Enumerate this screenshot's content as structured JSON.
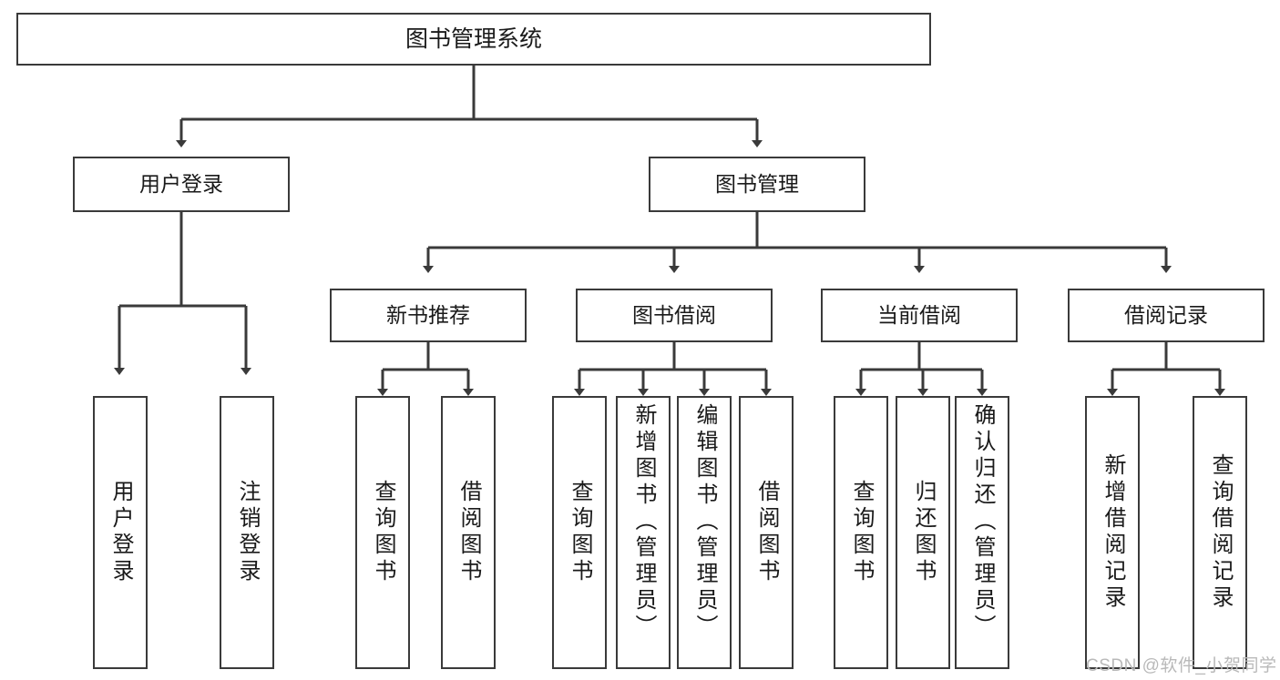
{
  "diagram": {
    "title": "图书管理系统",
    "type": "hierarchy-tree",
    "line_color": "#3a3a3a",
    "box_fill": "#ffffff",
    "text_color": "#1a1a1a",
    "root": {
      "label": "图书管理系统"
    },
    "level2": [
      {
        "label": "用户登录"
      },
      {
        "label": "图书管理"
      }
    ],
    "level3": [
      {
        "label": "新书推荐"
      },
      {
        "label": "图书借阅"
      },
      {
        "label": "当前借阅"
      },
      {
        "label": "借阅记录"
      }
    ],
    "leaves": {
      "user_login": [
        {
          "label": "用户登录"
        },
        {
          "label": "注销登录"
        }
      ],
      "new_book_recommend": [
        {
          "label": "查询图书"
        },
        {
          "label": "借阅图书"
        }
      ],
      "book_borrow": [
        {
          "label": "查询图书"
        },
        {
          "label": "新增图书（管理员）"
        },
        {
          "label": "编辑图书（管理员）"
        },
        {
          "label": "借阅图书"
        }
      ],
      "current_borrow": [
        {
          "label": "查询图书"
        },
        {
          "label": "归还图书"
        },
        {
          "label": "确认归还（管理员）"
        }
      ],
      "borrow_record": [
        {
          "label": "新增借阅记录"
        },
        {
          "label": "查询借阅记录"
        }
      ]
    }
  },
  "watermark": {
    "text": "CSDN @软件_小贺同学"
  }
}
